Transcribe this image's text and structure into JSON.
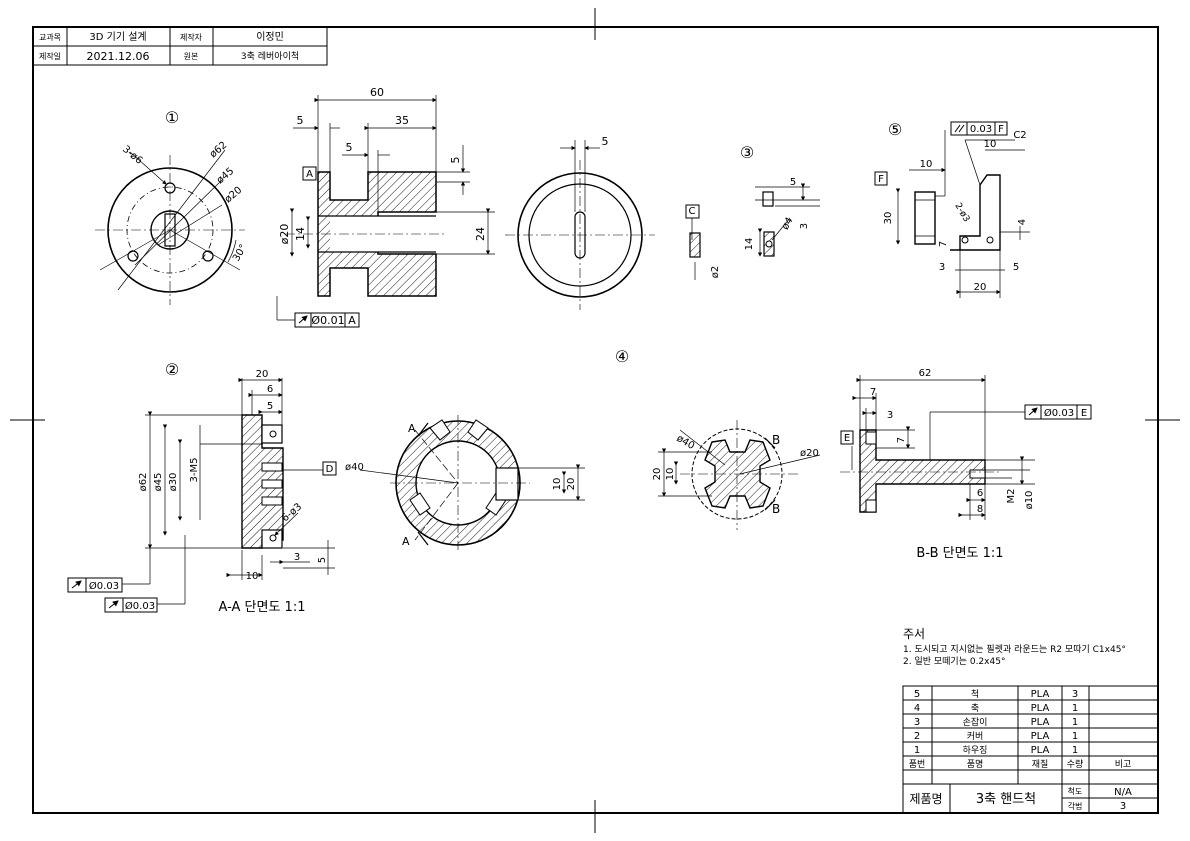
{
  "title_block": {
    "course_label": "교과목",
    "course_value": "3D 기기 설계",
    "author_label": "제작자",
    "author_value": "이정민",
    "date_label": "제작일",
    "date_value": "2021.12.06",
    "original_label": "원본",
    "original_value": "3축 레버아이척"
  },
  "view_labels": {
    "part1": "①",
    "part2": "②",
    "part3": "③",
    "part4": "④",
    "part5": "⑤",
    "section_aa": "A-A 단면도 1:1",
    "section_bb": "B-B 단면도 1:1"
  },
  "dims": {
    "d60": "60",
    "d5a": "5",
    "d35": "35",
    "d5b": "5",
    "d5c": "5",
    "phi20a": "ø20",
    "d14a": "14",
    "d24": "24",
    "holes_3phi6": "3-ø6",
    "phi62a": "ø62",
    "phi45a": "ø45",
    "phi20b": "ø20",
    "ang30": "30°",
    "d5d": "5",
    "d5e": "5",
    "phi4": "ø4",
    "d3a": "3",
    "d14b": "14",
    "phi2": "ø2",
    "d10a": "10",
    "d10b": "10",
    "c2": "C2",
    "d30": "30",
    "holes_2phi3": "2-ø3",
    "d7a": "7",
    "d4": "4",
    "d3b": "3",
    "d5f": "5",
    "d20a": "20",
    "d20b": "20",
    "d6a": "6",
    "d5g": "5",
    "phi62b": "ø62",
    "phi45b": "ø45",
    "phi30": "ø30",
    "m5": "3-M5",
    "holes_6phi3": "6-ø3",
    "d10c": "10",
    "d3c": "3",
    "d5h": "5",
    "phi40a": "ø40",
    "d10d": "10",
    "d20c": "20",
    "phi40b": "ø40",
    "phi20c": "ø20",
    "d20d": "20",
    "d10e": "10",
    "d62": "62",
    "d7b": "7",
    "d3d": "3",
    "d7c": "7",
    "d6b": "6",
    "d8": "8",
    "m2": "M2",
    "phi10": "ø10",
    "sec_a_top": "A",
    "sec_a_bot": "A",
    "sec_b_top": "B",
    "sec_b_bot": "B"
  },
  "datums": {
    "a": "A",
    "c": "C",
    "d": "D",
    "e": "E",
    "f": "F"
  },
  "fcf": {
    "runout1_val": "Ø0.01",
    "runout1_ref": "A",
    "parallel_val": "0.03",
    "parallel_ref": "F",
    "runout2_val": "Ø0.03",
    "runout3_val": "Ø0.03",
    "runout4_val": "Ø0.03",
    "runout4_ref": "E"
  },
  "notes": {
    "heading": "주서",
    "line1": "1. 도시되고 지시없는 필렛과 라운드는 R2 모따기 C1x45°",
    "line2": "2. 일반 모떼기는 0.2x45°"
  },
  "parts_list": {
    "rows": [
      {
        "no": "5",
        "name": "척",
        "material": "PLA",
        "qty": "3",
        "remark": ""
      },
      {
        "no": "4",
        "name": "축",
        "material": "PLA",
        "qty": "1",
        "remark": ""
      },
      {
        "no": "3",
        "name": "손잡이",
        "material": "PLA",
        "qty": "1",
        "remark": ""
      },
      {
        "no": "2",
        "name": "커버",
        "material": "PLA",
        "qty": "1",
        "remark": ""
      },
      {
        "no": "1",
        "name": "하우징",
        "material": "PLA",
        "qty": "1",
        "remark": ""
      }
    ],
    "header": {
      "no": "품번",
      "name": "품명",
      "material": "재질",
      "qty": "수량",
      "remark": "비고"
    },
    "product_label": "제품명",
    "product_value": "3축 핸드척",
    "scale_label": "척도",
    "scale_value": "N/A",
    "projection_label": "각법",
    "projection_value": "3"
  }
}
